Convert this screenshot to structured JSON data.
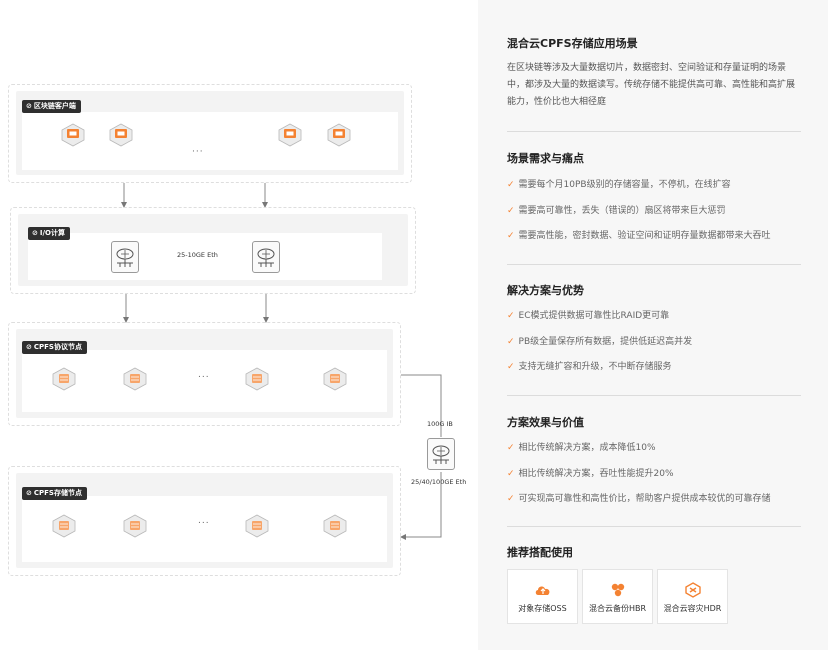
{
  "diagram": {
    "layers": [
      {
        "tag": "区块链客户端"
      },
      {
        "tag": "I/O计算"
      },
      {
        "tag": "CPFS协议节点"
      },
      {
        "tag": "CPFS存储节点"
      }
    ],
    "ellipsis": "···",
    "ellipsis_short": "...",
    "links": {
      "eth_25_10": "25-10GE Eth",
      "ib_100": "100G IB",
      "eth_25_40_100": "25/40/100GE Eth"
    }
  },
  "panel": {
    "title": "混合云CPFS存储应用场景",
    "intro": "在区块链等涉及大量数据切片，数据密封、空间验证和存量证明的场景中，都涉及大量的数据读写。传统存储不能提供高可靠、高性能和高扩展能力，性价比也大相径庭",
    "sections": [
      {
        "title": "场景需求与痛点",
        "items": [
          "需要每个月10PB级别的存储容量，不停机，在线扩容",
          "需要高可靠性，丢失（错误的）扇区将带来巨大惩罚",
          "需要高性能，密封数据、验证空间和证明存量数据都带来大吞吐"
        ]
      },
      {
        "title": "解决方案与优势",
        "items": [
          "EC模式提供数据可靠性比RAID更可靠",
          "PB级全量保存所有数据，提供低延迟高并发",
          "支持无缝扩容和升级，不中断存储服务"
        ]
      },
      {
        "title": "方案效果与价值",
        "items": [
          "相比传统解决方案，成本降低10%",
          "相比传统解决方案，吞吐性能提升20%",
          "可实现高可靠性和高性价比，帮助客户提供成本较优的可靠存储"
        ]
      }
    ],
    "recommend": {
      "title": "推荐搭配使用",
      "cards": [
        {
          "label": "对象存储OSS",
          "icon": "cloud-icon"
        },
        {
          "label": "混合云备份HBR",
          "icon": "backup-icon"
        },
        {
          "label": "混合云容灾HDR",
          "icon": "disaster-recovery-icon"
        }
      ]
    },
    "colors": {
      "accent": "#f48232",
      "text": "#333333",
      "muted": "#666666"
    }
  }
}
